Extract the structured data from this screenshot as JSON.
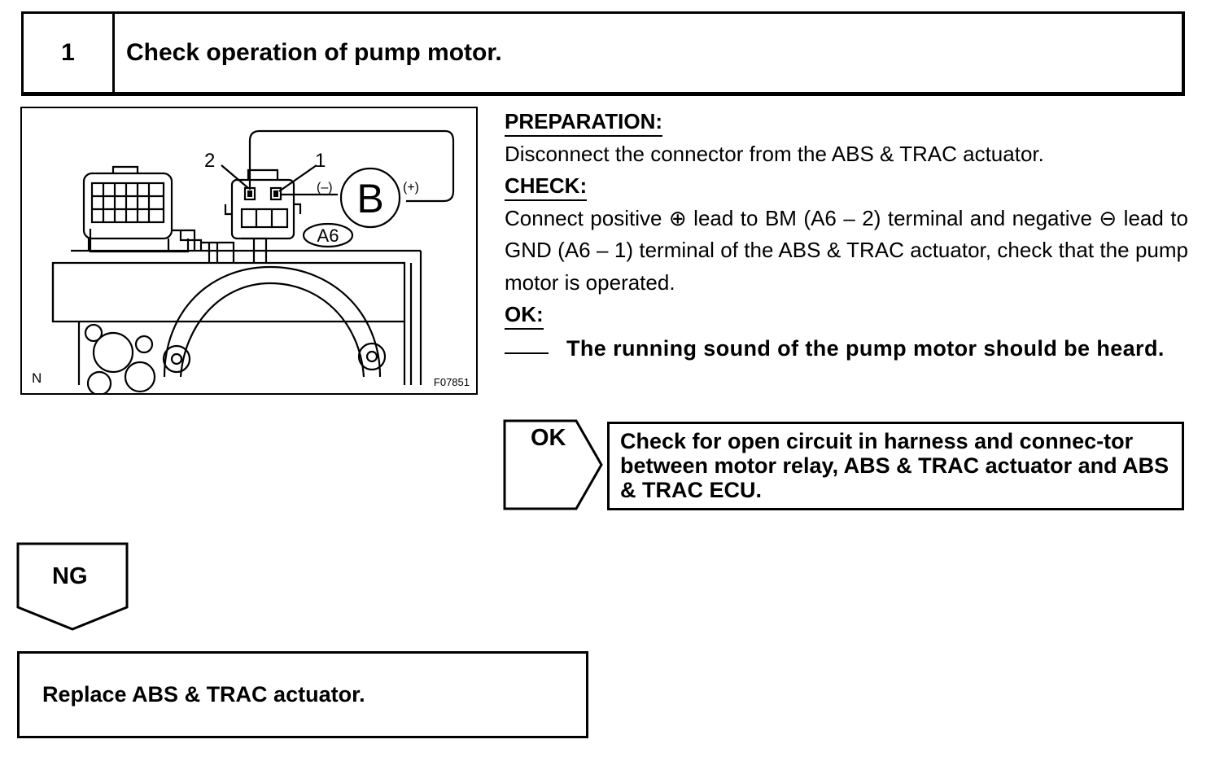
{
  "step": {
    "number": "1",
    "title": "Check operation of pump motor."
  },
  "figure": {
    "terminal_2_label": "2",
    "terminal_1_label": "1",
    "minus_label": "(–)",
    "plus_label": "(+)",
    "battery_label": "B",
    "connector_label": "A6",
    "corner_n": "N",
    "figure_code": "F07851"
  },
  "procedure": {
    "preparation_heading": "PREPARATION:",
    "preparation_text": "Disconnect the connector from the ABS & TRAC actuator.",
    "check_heading": "CHECK:",
    "check_text": "Connect positive ⊕ lead to BM (A6 – 2) terminal and negative ⊖ lead to GND (A6 – 1) terminal of the ABS & TRAC actuator, check that the pump motor is operated.",
    "ok_heading": "OK:",
    "ok_text": "The running sound of the pump motor should be heard."
  },
  "ok_branch": {
    "label": "OK",
    "result": "Check for open circuit in harness and connec-tor between motor relay, ABS & TRAC actuator and ABS & TRAC ECU."
  },
  "ng_branch": {
    "label": "NG",
    "result": "Replace ABS & TRAC actuator."
  }
}
